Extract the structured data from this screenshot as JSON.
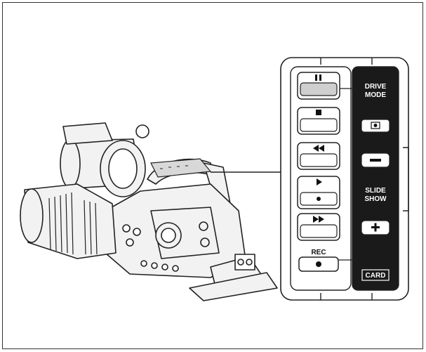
{
  "panel": {
    "left_buttons": [
      {
        "label": "",
        "icon": "pause-icon"
      },
      {
        "label": "",
        "icon": "stop-icon"
      },
      {
        "label": "",
        "icon": "rewind-icon"
      },
      {
        "label": "",
        "icon": "play-icon"
      },
      {
        "label": "",
        "icon": "fast-forward-icon"
      },
      {
        "label": "REC",
        "icon": "record-dot-icon"
      }
    ],
    "right_labels": {
      "drive_mode_line1": "DRIVE",
      "drive_mode_line2": "MODE",
      "slide_show_line1": "SLIDE",
      "slide_show_line2": "SHOW",
      "card": "CARD"
    }
  },
  "colors": {
    "line": "#222222",
    "panel_dark": "#1a1a1a",
    "paper": "#ffffff",
    "camera_fill": "#f2f2f2"
  }
}
